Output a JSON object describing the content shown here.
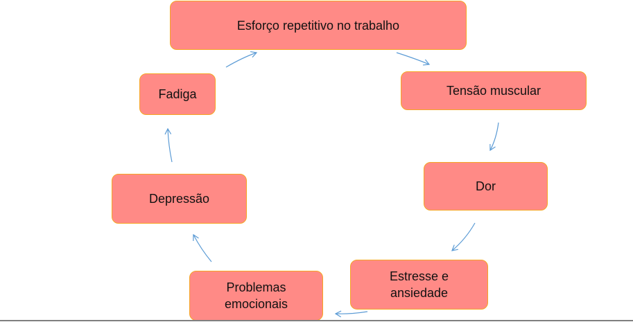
{
  "colors": {
    "node_fill": "#FF8A86",
    "node_border": "#F5A623",
    "arrow": "#5B9BD5"
  },
  "nodes": [
    {
      "id": "esforco",
      "label": "Esforço repetitivo no trabalho"
    },
    {
      "id": "tensao",
      "label": "Tensão muscular"
    },
    {
      "id": "dor",
      "label": "Dor"
    },
    {
      "id": "estresse",
      "label": "Estresse e\nansiedade"
    },
    {
      "id": "problemas",
      "label": "Problemas\nemocionais"
    },
    {
      "id": "depressao",
      "label": "Depressão"
    },
    {
      "id": "fadiga",
      "label": "Fadiga"
    }
  ],
  "edges": [
    {
      "from": "esforco",
      "to": "tensao"
    },
    {
      "from": "tensao",
      "to": "dor"
    },
    {
      "from": "dor",
      "to": "estresse"
    },
    {
      "from": "estresse",
      "to": "problemas"
    },
    {
      "from": "problemas",
      "to": "depressao"
    },
    {
      "from": "depressao",
      "to": "fadiga"
    },
    {
      "from": "fadiga",
      "to": "esforco"
    }
  ]
}
